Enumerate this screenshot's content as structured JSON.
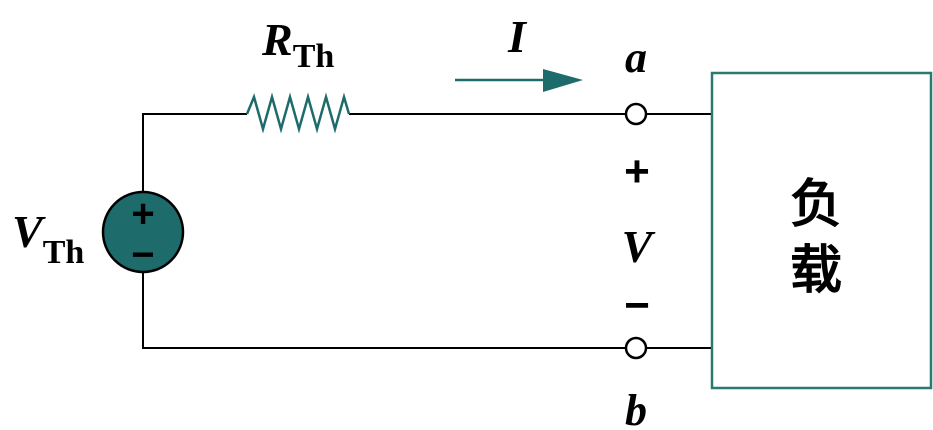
{
  "diagram": {
    "title": "Thevenin equivalent circuit with load",
    "source": {
      "symbol": "V",
      "subscript": "Th",
      "plus_sign": "+",
      "minus_sign": "−",
      "color": "#1e6b6b"
    },
    "resistor": {
      "symbol": "R",
      "subscript": "Th",
      "color": "#1e6b6b"
    },
    "current": {
      "symbol": "I",
      "direction": "right",
      "color": "#1e6b6b"
    },
    "terminals": {
      "top": "a",
      "bottom": "b"
    },
    "voltage": {
      "plus": "+",
      "symbol": "V",
      "minus": "−"
    },
    "load": {
      "line1": "负",
      "line2": "载",
      "border_color": "#2a7a72"
    },
    "wire_color": "#000000"
  }
}
